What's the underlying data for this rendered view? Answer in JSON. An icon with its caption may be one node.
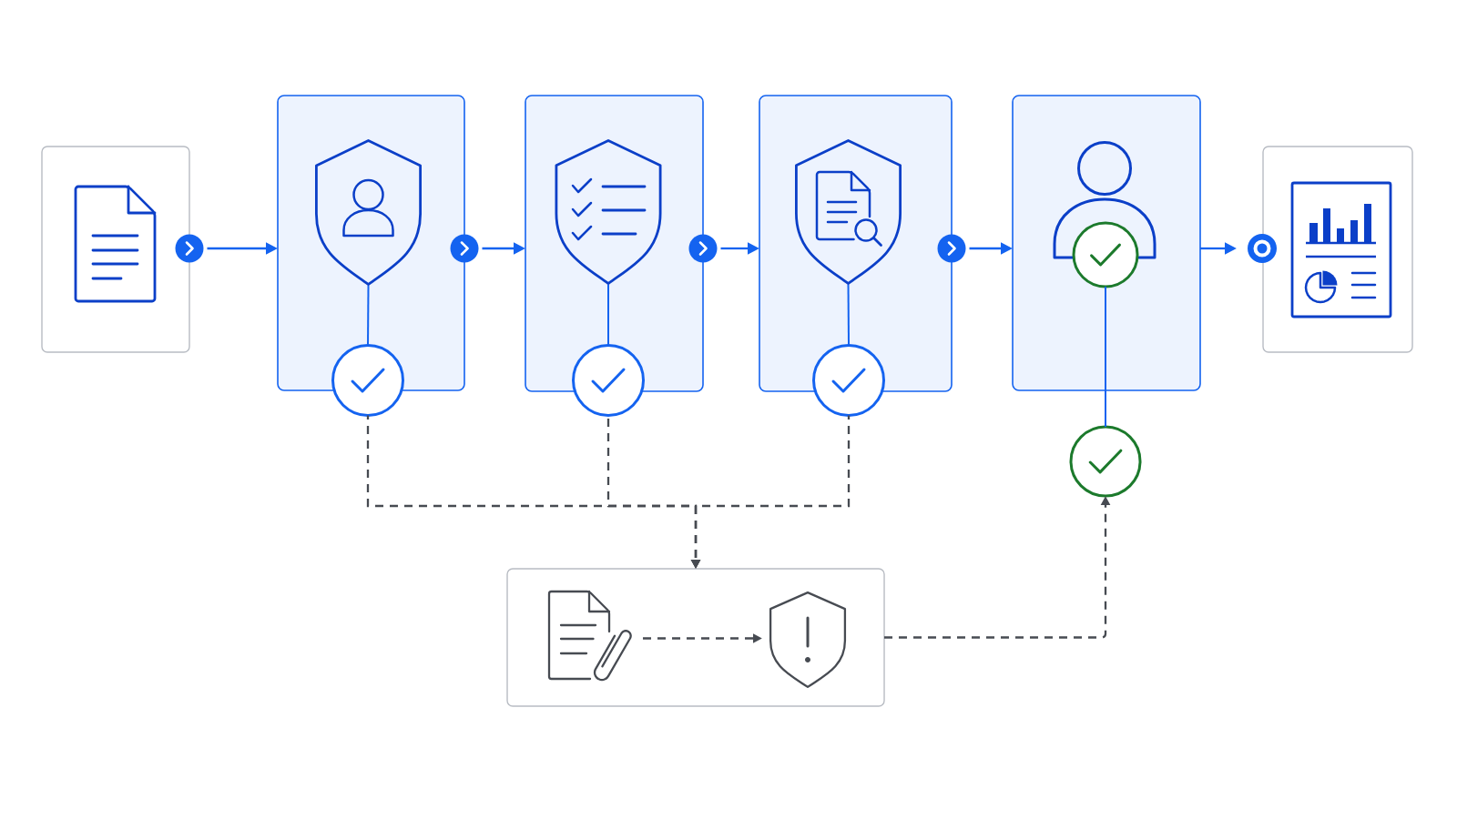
{
  "diagram": {
    "nodes": [
      {
        "text": [],
        "shape": "box"
      },
      {
        "text": [],
        "shape": "box"
      },
      {
        "text": [],
        "shape": "picture",
        "in": 1
      },
      {
        "text": [],
        "shape": "box"
      },
      {
        "text": [],
        "shape": "picture",
        "in": 3
      },
      {
        "text": [],
        "shape": "box"
      },
      {
        "text": [],
        "shape": "picture",
        "in": 5
      },
      {
        "text": [],
        "shape": "box"
      },
      {
        "text": [],
        "shape": "box"
      },
      {
        "text": [],
        "shape": "circle"
      },
      {
        "text": [],
        "shape": "circle"
      },
      {
        "text": [],
        "shape": "circle"
      },
      {
        "text": [],
        "shape": "circle",
        "in": 7
      },
      {
        "text": [],
        "shape": "circle"
      },
      {
        "text": [],
        "shape": "box"
      },
      {
        "text": [],
        "shape": "picture",
        "in": 14
      },
      {
        "text": [],
        "shape": "picture",
        "in": 14
      }
    ],
    "edges": [
      {
        "from": 0,
        "to": 1,
        "arrow": "to"
      },
      {
        "from": 1,
        "to": 3,
        "arrow": "to"
      },
      {
        "from": 3,
        "to": 5,
        "arrow": "to"
      },
      {
        "from": 5,
        "to": 7,
        "arrow": "to"
      },
      {
        "from": 7,
        "to": 8,
        "arrow": "to"
      },
      {
        "from": 2,
        "to": 9,
        "arrow": "none"
      },
      {
        "from": 4,
        "to": 10,
        "arrow": "none"
      },
      {
        "from": 6,
        "to": 11,
        "arrow": "none"
      },
      {
        "from": 12,
        "to": 13,
        "arrow": "none"
      },
      {
        "from": 9,
        "to": 14,
        "arrow": "to",
        "style": "dashed",
        "color": "#474b52"
      },
      {
        "from": 10,
        "to": 14,
        "arrow": "to",
        "style": "dashed",
        "color": "#474b52"
      },
      {
        "from": 11,
        "to": 14,
        "arrow": "to",
        "style": "dashed",
        "color": "#474b52"
      },
      {
        "from": 15,
        "to": 16,
        "arrow": "to",
        "style": "dashed",
        "color": "#474b52"
      },
      {
        "from": 14,
        "to": 13,
        "arrow": "to",
        "style": "dashed",
        "color": "#474b52"
      }
    ]
  }
}
